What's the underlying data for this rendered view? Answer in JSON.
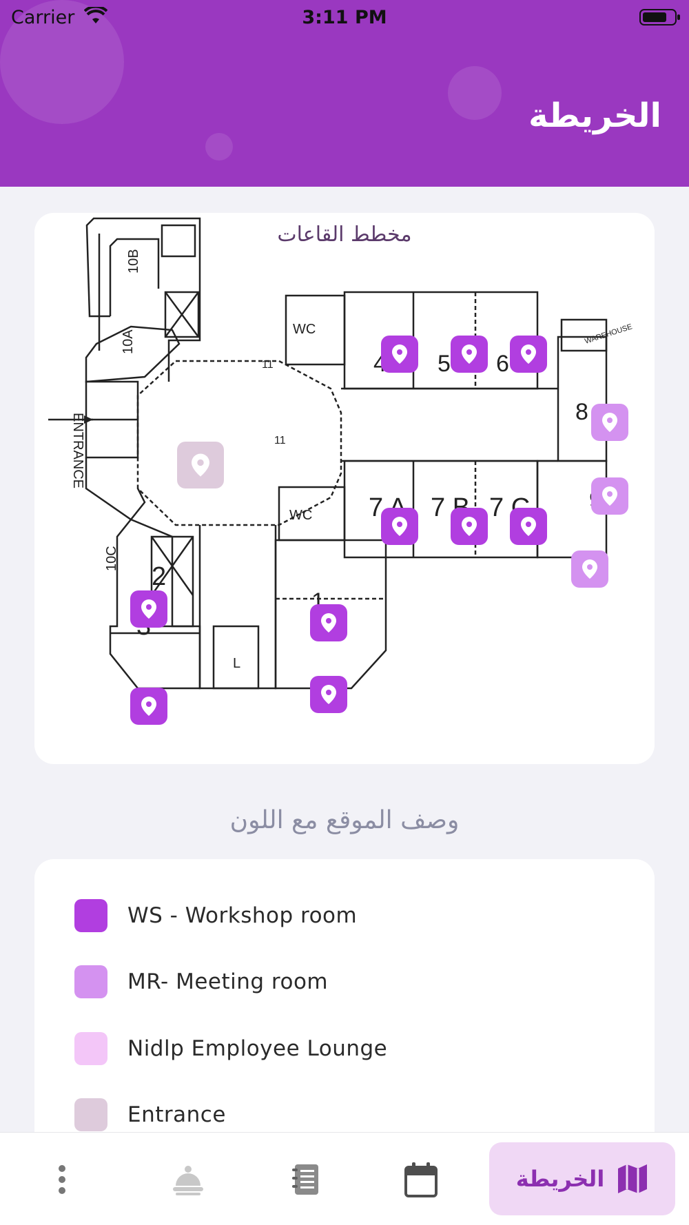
{
  "status_bar": {
    "carrier": "Carrier",
    "time": "3:11 PM"
  },
  "header": {
    "title": "الخريطة"
  },
  "map": {
    "title": "مخطط القاعات",
    "labels": {
      "entrance": "ENTRANCE",
      "room_10b": "10B",
      "room_10a": "10A",
      "room_10c": "10C",
      "wc_top": "WC",
      "wc_bottom": "WC",
      "warehouse": "WAREHOUSE",
      "room_4": "4",
      "room_5": "5",
      "room_6": "6",
      "room_7a": "7 A",
      "room_7b": "7 B",
      "room_7c": "7 C",
      "room_8": "8",
      "room_9": "9",
      "room_1": "1",
      "room_2": "2",
      "room_3": "3",
      "room_l": "L",
      "area_11_top": "11",
      "area_11_bottom": "11"
    }
  },
  "legend_section_title": "وصف الموقع مع اللون",
  "legend": [
    {
      "label": "WS - Workshop room",
      "color": "#b13ee0"
    },
    {
      "label": "MR- Meeting room",
      "color": "#d492f0"
    },
    {
      "label": "Nidlp Employee Lounge",
      "color": "#f3c6f8"
    },
    {
      "label": "Entrance",
      "color": "#decbdc"
    }
  ],
  "colors": {
    "header": "#9a38c0",
    "workshop_pin": "#b13ee0",
    "meeting_pin": "#d492f0",
    "entrance_pin": "#decbdc"
  },
  "tabbar": {
    "active_label": "الخريطة",
    "icons": [
      "more-vertical-icon",
      "reception-bell-icon",
      "notebook-icon",
      "calendar-icon",
      "map-icon"
    ]
  }
}
